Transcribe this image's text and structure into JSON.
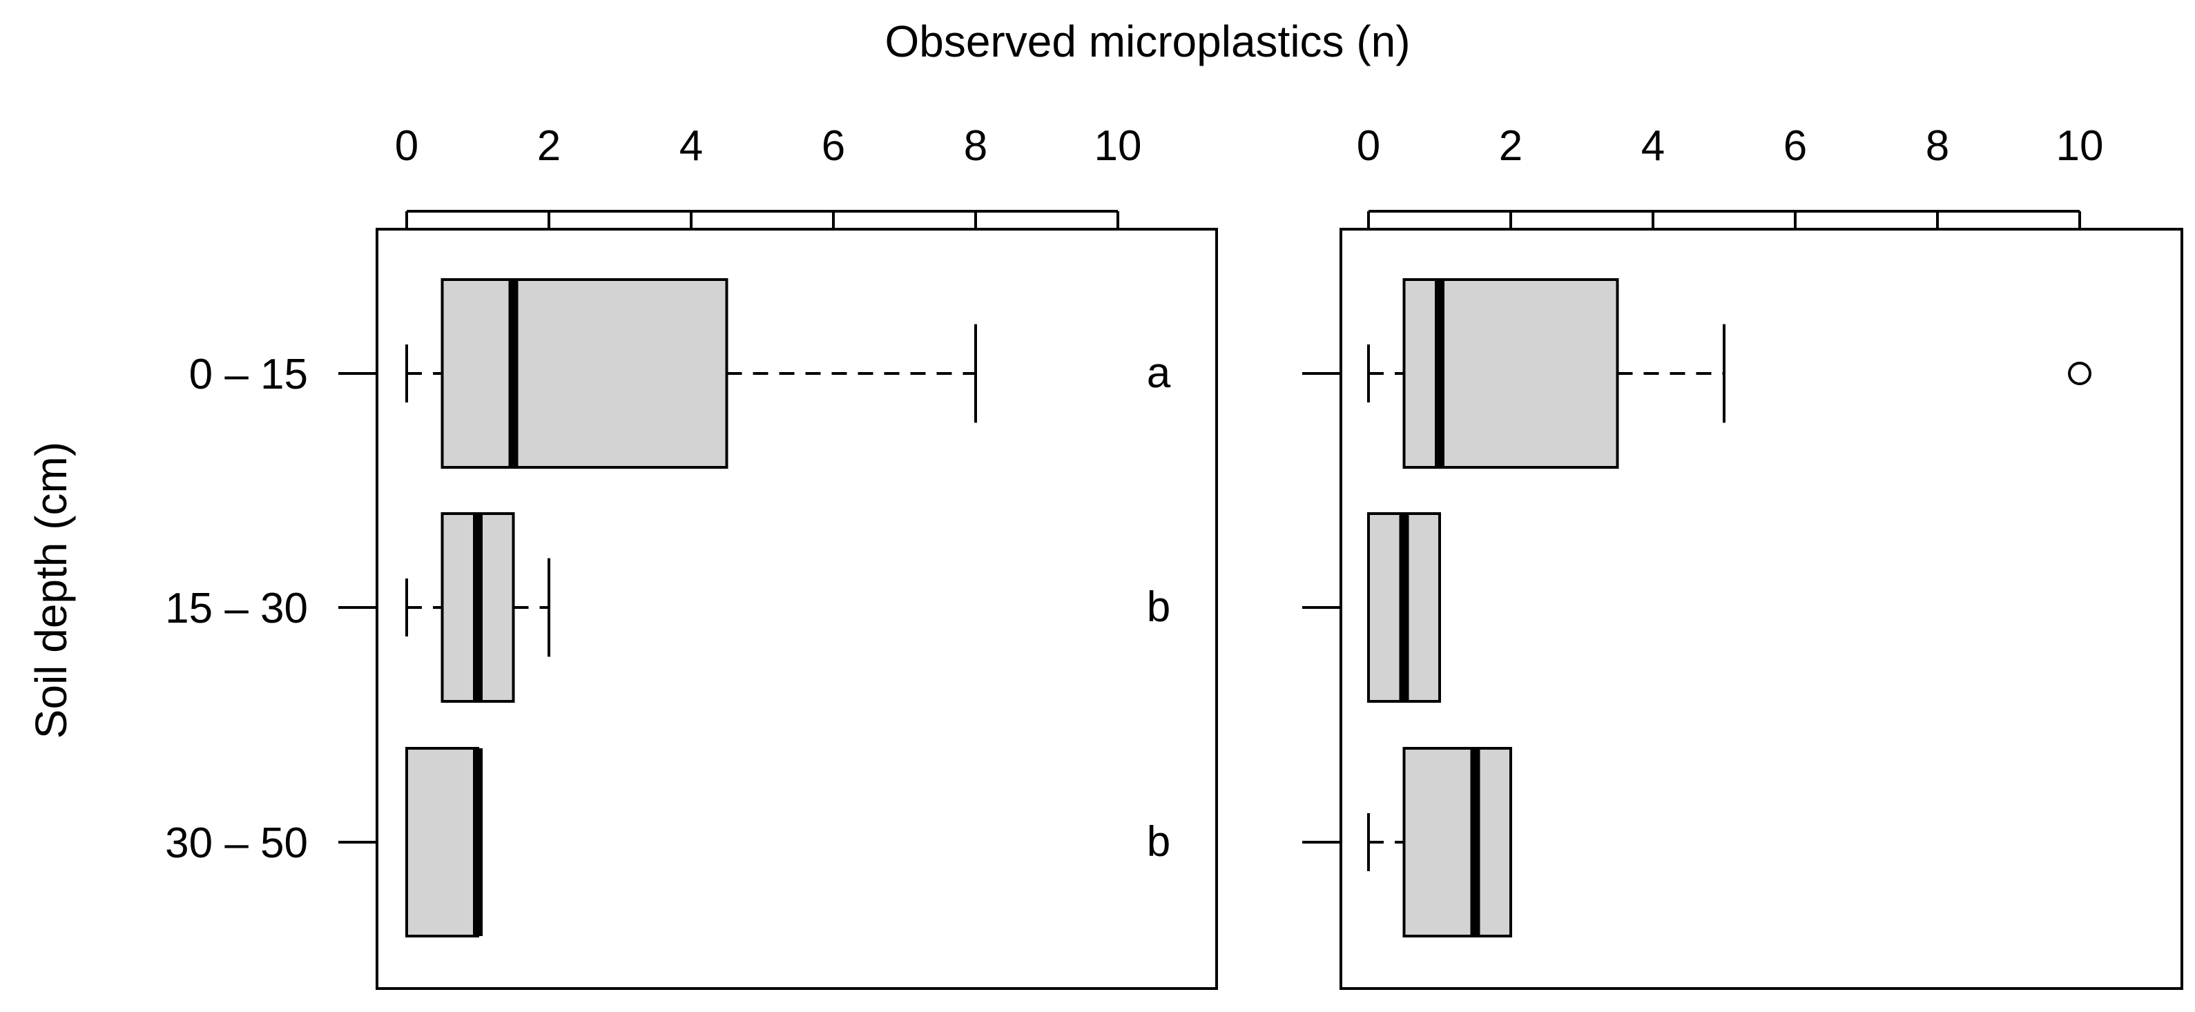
{
  "colors": {
    "box_fill": "#d3d3d3",
    "stroke": "#000000",
    "background": "#ffffff"
  },
  "chart_data": {
    "type": "boxplot",
    "orientation": "horizontal",
    "xlabel": "Observed microplastics (n)",
    "ylabel": "Soil depth (cm)",
    "xlim": [
      0,
      10
    ],
    "xticks": [
      "0",
      "2",
      "4",
      "6",
      "8",
      "10"
    ],
    "categories": [
      "0 – 15",
      "15 – 30",
      "30 – 50"
    ],
    "panels": [
      {
        "significance_letters": [
          "a",
          "b",
          "b"
        ],
        "boxes": [
          {
            "category": "0 – 15",
            "whisker_low": 0,
            "q1": 0.5,
            "median": 1.5,
            "q3": 4.5,
            "whisker_high": 8,
            "outliers": []
          },
          {
            "category": "15 – 30",
            "whisker_low": 0,
            "q1": 0.5,
            "median": 1.0,
            "q3": 1.5,
            "whisker_high": 2,
            "outliers": []
          },
          {
            "category": "30 – 50",
            "whisker_low": 0,
            "q1": 0,
            "median": 1.0,
            "q3": 1.0,
            "whisker_high": 1,
            "outliers": []
          }
        ]
      },
      {
        "significance_letters": [],
        "boxes": [
          {
            "category": "0 – 15",
            "whisker_low": 0,
            "q1": 0.5,
            "median": 1.0,
            "q3": 3.5,
            "whisker_high": 5,
            "outliers": [
              10
            ]
          },
          {
            "category": "15 – 30",
            "whisker_low": 0,
            "q1": 0,
            "median": 0.5,
            "q3": 1.0,
            "whisker_high": 1,
            "outliers": []
          },
          {
            "category": "30 – 50",
            "whisker_low": 0,
            "q1": 0.5,
            "median": 1.5,
            "q3": 2.0,
            "whisker_high": 2,
            "outliers": []
          }
        ]
      }
    ]
  }
}
